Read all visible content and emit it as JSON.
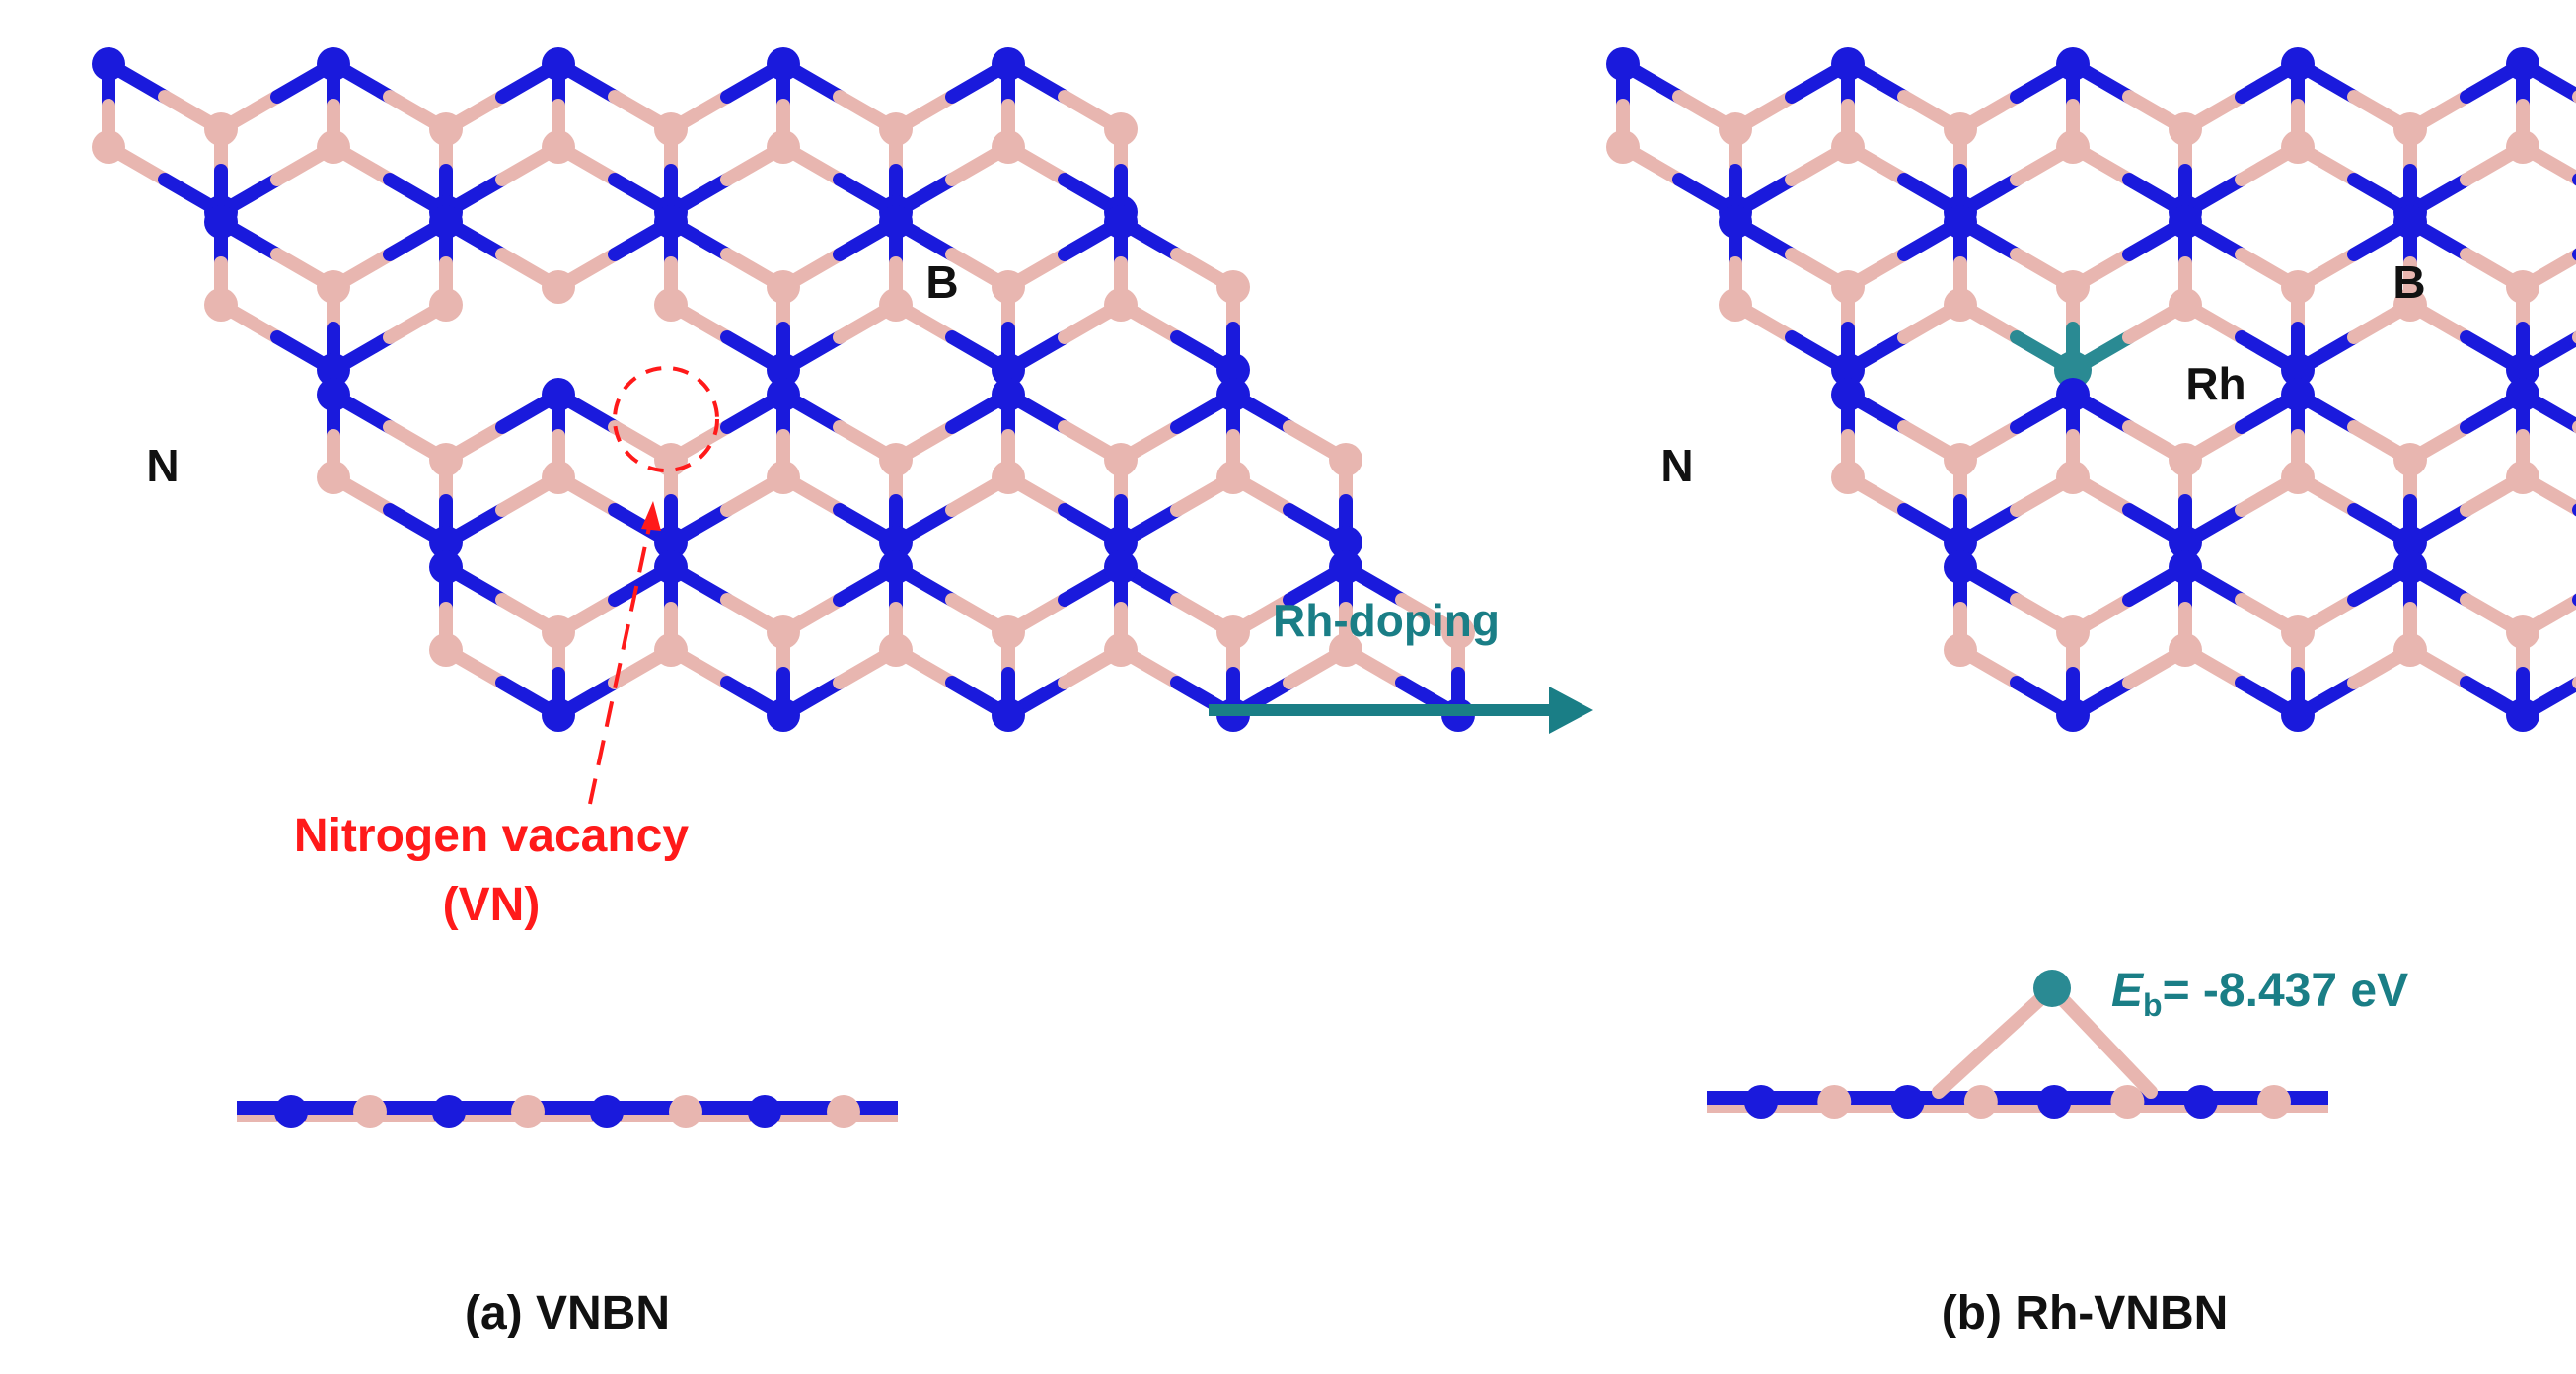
{
  "panel_a": {
    "caption": "(a) VNBN",
    "label_n": "N",
    "label_b": "B",
    "vacancy_line1": "Nitrogen vacancy",
    "vacancy_line2": "(VN)"
  },
  "panel_b": {
    "caption": "(b) Rh-VNBN",
    "label_n": "N",
    "label_b": "B",
    "label_rh": "Rh",
    "energy_symbol": "E",
    "energy_subscript": "b",
    "energy_value": "= -8.437 eV"
  },
  "arrow": {
    "label": "Rh-doping"
  },
  "colors": {
    "boron": "#e8b6b0",
    "nitrogen": "#1a1adc",
    "rhodium": "#2a8a93",
    "vacancy": "#ff1a1a",
    "arrow": "#1a7e86",
    "text": "#111111"
  }
}
